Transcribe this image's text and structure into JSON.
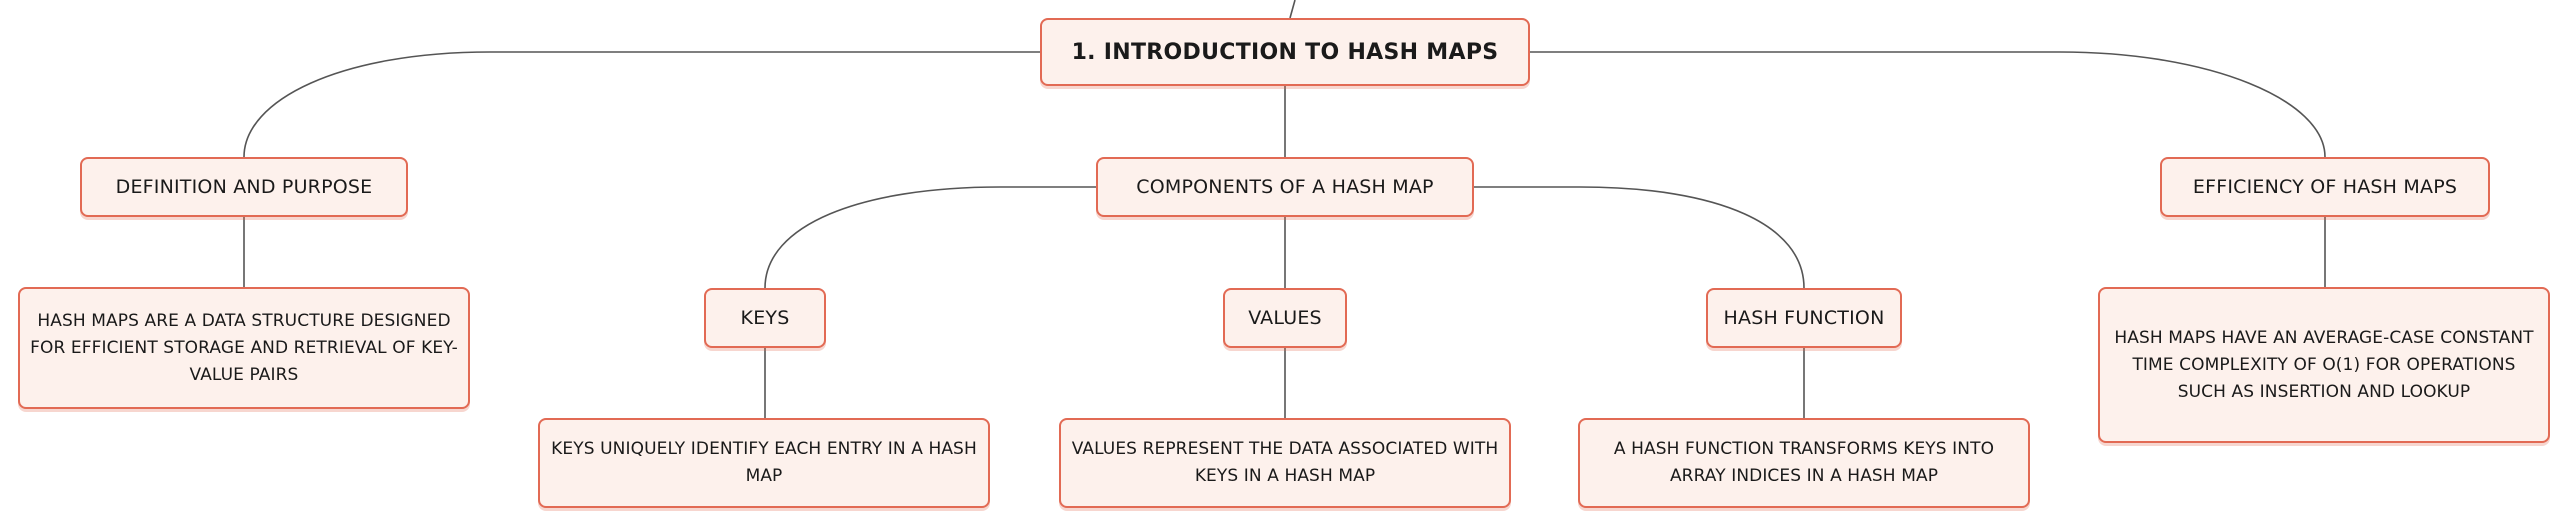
{
  "root": {
    "label": "1. INTRODUCTION TO HASH MAPS"
  },
  "branches": {
    "definition": {
      "label": "DEFINITION AND PURPOSE",
      "detail": "HASH MAPS ARE A DATA STRUCTURE DESIGNED FOR EFFICIENT STORAGE AND RETRIEVAL OF KEY-VALUE PAIRS"
    },
    "components": {
      "label": "COMPONENTS OF A HASH MAP",
      "children": {
        "keys": {
          "label": "KEYS",
          "detail": "KEYS UNIQUELY IDENTIFY EACH ENTRY IN A HASH MAP"
        },
        "values": {
          "label": "VALUES",
          "detail": "VALUES REPRESENT THE DATA ASSOCIATED WITH KEYS IN A HASH MAP"
        },
        "hash_function": {
          "label": "HASH FUNCTION",
          "detail": "A HASH FUNCTION TRANSFORMS KEYS INTO ARRAY INDICES IN A HASH MAP"
        }
      }
    },
    "efficiency": {
      "label": "EFFICIENCY OF HASH MAPS",
      "detail": "HASH MAPS HAVE AN AVERAGE-CASE CONSTANT TIME COMPLEXITY OF O(1) FOR OPERATIONS SUCH AS INSERTION AND LOOKUP"
    }
  },
  "colors": {
    "node_border": "#e26a54",
    "node_fill": "#fdf1ec",
    "connector": "#555555",
    "text": "#1a1a1a"
  }
}
